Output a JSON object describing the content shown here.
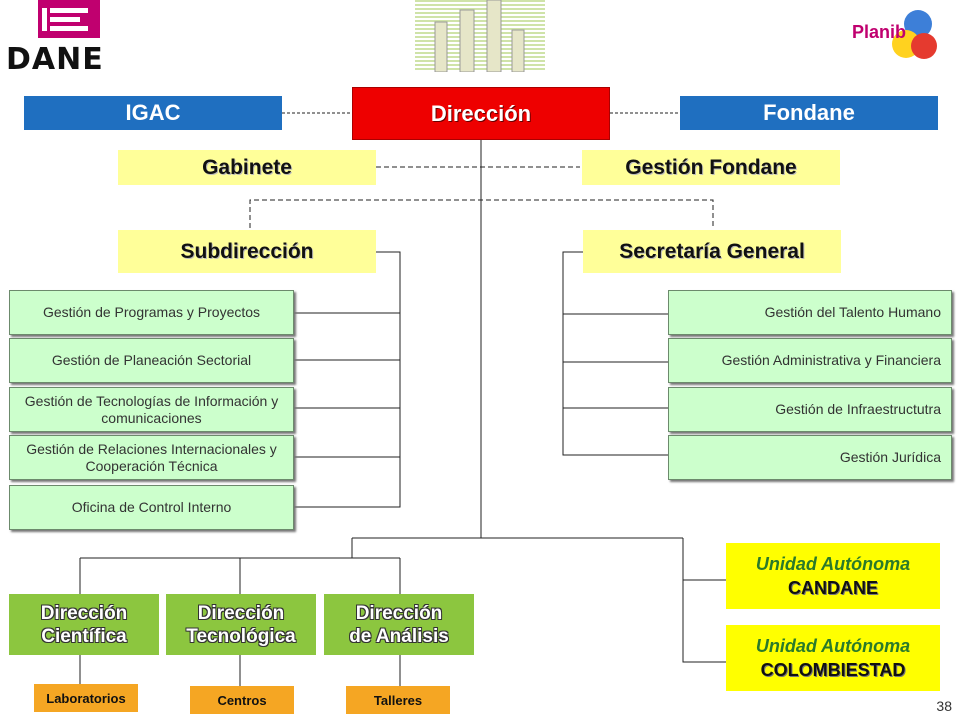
{
  "header": {
    "logo_text": "DANE",
    "plan_text": "Planib"
  },
  "top": {
    "igac": "IGAC",
    "direccion": "Dirección",
    "fondane": "Fondane"
  },
  "level2": {
    "gabinete": "Gabinete",
    "gestion_fondane": "Gestión Fondane"
  },
  "level3": {
    "subdireccion": "Subdirección",
    "secretaria": "Secretaría General"
  },
  "subdireccion_items": [
    "Gestión de Programas y Proyectos",
    "Gestión de Planeación Sectorial",
    "Gestión de Tecnologías de Información y comunicaciones",
    "Gestión de Relaciones Internacionales y Cooperación Técnica",
    "Oficina de Control Interno"
  ],
  "secretaria_items": [
    "Gestión del Talento Humano",
    "Gestión Administrativa y Financiera",
    "Gestión de Infraestructutra",
    "Gestión Jurídica"
  ],
  "direcciones": [
    {
      "line1": "Dirección",
      "line2": "Científica",
      "sub": "Laboratorios"
    },
    {
      "line1": "Dirección",
      "line2": "Tecnológica",
      "sub": "Centros"
    },
    {
      "line1": "Dirección",
      "line2": "de Análisis",
      "sub": "Talleres"
    }
  ],
  "unidades": [
    {
      "line1": "Unidad Autónoma",
      "line2": "CANDANE"
    },
    {
      "line1": "Unidad Autónoma",
      "line2": "COLOMBIESTAD"
    }
  ],
  "page_number": "38",
  "colors": {
    "blue": "#1f6fc0",
    "red": "#ee0000",
    "yellow_light": "#ffff99",
    "mint": "#ccffcc",
    "green": "#8cc63f",
    "orange": "#f5a623",
    "yellow": "#ffff00",
    "logo_magenta": "#c0006f"
  }
}
